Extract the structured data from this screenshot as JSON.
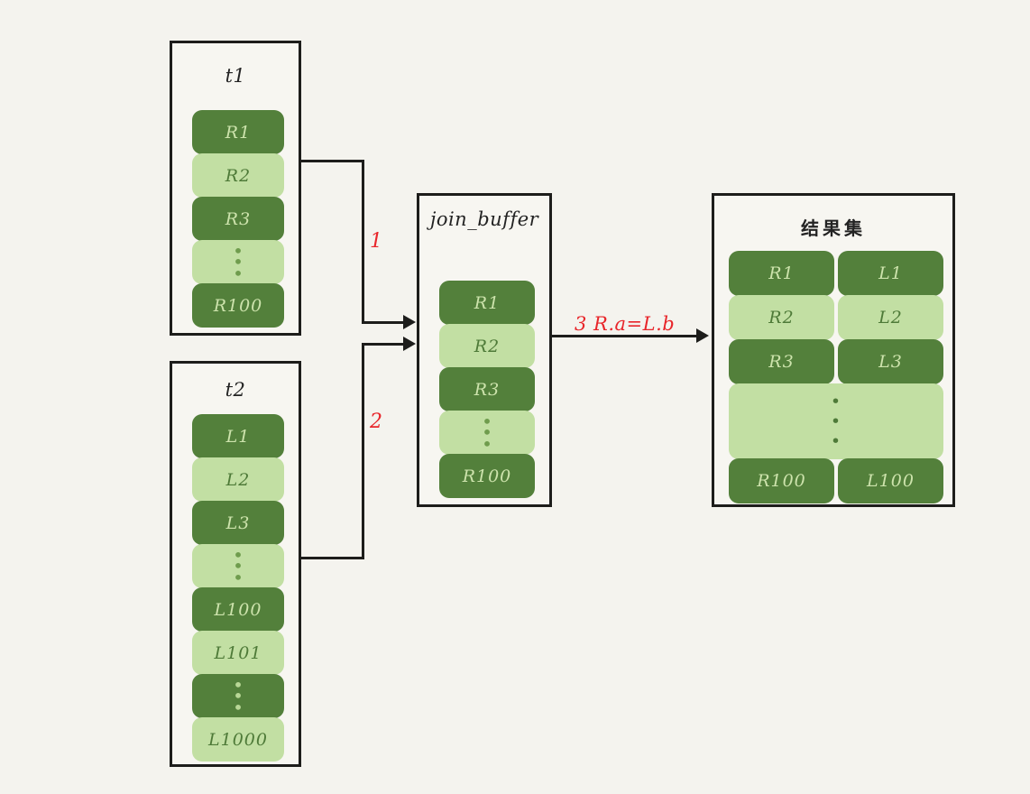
{
  "diagram": {
    "title": "MySQL Block Nested-Loop Join with join_buffer",
    "background_color": "#f4f3ee",
    "palette": {
      "dark_green": "#53803b",
      "light_green": "#c2dfa3",
      "border": "#1d1d1b",
      "annotation_red": "#e8262b"
    }
  },
  "boxes": {
    "t1": {
      "title": "t1",
      "rows": [
        {
          "label": "R1",
          "shade": "dark"
        },
        {
          "label": "R2",
          "shade": "light"
        },
        {
          "label": "R3",
          "shade": "dark"
        },
        {
          "label": "⋮",
          "shade": "light",
          "is_ellipsis": true
        },
        {
          "label": "R100",
          "shade": "dark"
        }
      ]
    },
    "t2": {
      "title": "t2",
      "rows": [
        {
          "label": "L1",
          "shade": "dark"
        },
        {
          "label": "L2",
          "shade": "light"
        },
        {
          "label": "L3",
          "shade": "dark"
        },
        {
          "label": "⋮",
          "shade": "light",
          "is_ellipsis": true
        },
        {
          "label": "L100",
          "shade": "dark"
        },
        {
          "label": "L101",
          "shade": "light"
        },
        {
          "label": "⋮",
          "shade": "dark",
          "is_ellipsis": true
        },
        {
          "label": "L1000",
          "shade": "light"
        }
      ]
    },
    "join_buffer": {
      "title": "join_buffer",
      "rows": [
        {
          "label": "R1",
          "shade": "dark"
        },
        {
          "label": "R2",
          "shade": "light"
        },
        {
          "label": "R3",
          "shade": "dark"
        },
        {
          "label": "⋮",
          "shade": "light",
          "is_ellipsis": true
        },
        {
          "label": "R100",
          "shade": "dark"
        }
      ]
    },
    "result_set": {
      "title": "结果集",
      "rows": [
        {
          "left": "R1",
          "right": "L1",
          "shade": "dark"
        },
        {
          "left": "R2",
          "right": "L2",
          "shade": "light"
        },
        {
          "left": "R3",
          "right": "L3",
          "shade": "dark"
        },
        {
          "left": "⋮",
          "right": "",
          "shade": "light",
          "is_ellipsis": true,
          "span": true
        },
        {
          "left": "R100",
          "right": "L100",
          "shade": "dark"
        }
      ]
    }
  },
  "annotations": {
    "step1": "1",
    "step2": "2",
    "step3": "3  R.a=L.b"
  }
}
